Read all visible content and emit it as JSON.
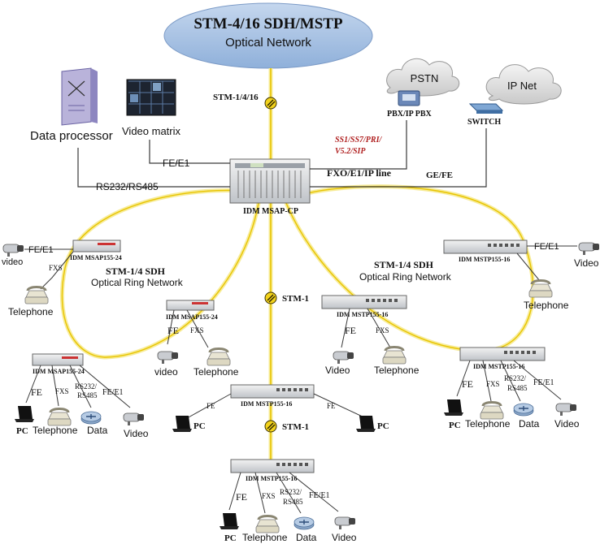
{
  "core": {
    "title": "STM-4/16  SDH/MSTP",
    "subtitle": "Optical Network",
    "uplink_label": "STM-1/4/16",
    "device_label": "IDM MSAP-CP"
  },
  "top_left": {
    "data_processor": "Data processor",
    "video_matrix": "Video matrix",
    "link_fe_e1": "FE/E1",
    "link_serial": "RS232/RS485"
  },
  "top_right": {
    "pstn": "PSTN",
    "pbx": "PBX/IP PBX",
    "ipnet": "IP Net",
    "switch": "SWITCH",
    "signaling_1": "SS1/SS7/PRI/",
    "signaling_2": "V5.2/SIP",
    "fxo_line": "FXO/E1/IP line",
    "ge_fe": "GE/FE"
  },
  "left_ring": {
    "title": "STM-1/4 SDH",
    "subtitle": "Optical Ring Network",
    "node_a": {
      "name": "IDM MSAP155-24",
      "fe_e1": "FE/E1",
      "video": "video",
      "fxs": "FXS",
      "telephone": "Telephone"
    },
    "node_b": {
      "name": "IDM MSAP155-24",
      "fe": "FE",
      "fxs": "FXS",
      "video": "video",
      "telephone": "Telephone"
    },
    "node_c": {
      "name": "IDM MSAP155-24",
      "fe": "FE",
      "fxs": "FXS",
      "rs_1": "RS232/",
      "rs_2": "RS485",
      "fe_e1": "FE/E1",
      "pc": "PC",
      "telephone": "Telephone",
      "data": "Data",
      "video": "Video"
    }
  },
  "right_ring": {
    "title": "STM-1/4 SDH",
    "subtitle": "Optical Ring Network",
    "node_a": {
      "name": "IDM MSTP155-16",
      "fe_e1": "FE/E1",
      "video": "Video",
      "telephone": "Telephone"
    },
    "node_b": {
      "name": "IDM MSTP155-16",
      "fe": "FE",
      "fxs": "FXS",
      "video": "Video",
      "telephone": "Telephone"
    },
    "node_c": {
      "name": "IDM MSTP155-16",
      "fe": "FE",
      "fxs": "FXS",
      "rs_1": "RS232/",
      "rs_2": "RS485",
      "fe_e1": "FE/E1",
      "pc": "PC",
      "telephone": "Telephone",
      "data": "Data",
      "video": "Video"
    }
  },
  "chain": {
    "stm1_upper": "STM-1",
    "stm1_lower": "STM-1",
    "mid_node": {
      "name": "IDM MSTP155-16",
      "fe_left": "FE",
      "fe_right": "FE",
      "pc_left": "PC",
      "pc_right": "PC"
    },
    "bottom_node": {
      "name": "IDM MSTP155-16",
      "fe": "FE",
      "fxs": "FXS",
      "rs_1": "RS232/",
      "rs_2": "RS485",
      "fe_e1": "FE/E1",
      "pc": "PC",
      "telephone": "Telephone",
      "data": "Data",
      "video": "Video"
    }
  },
  "colors": {
    "fiber": "#e8c400",
    "fiber_glow": "#f7ec9a",
    "cloud": "#a9c4e4",
    "wire": "#3a3a3a"
  }
}
